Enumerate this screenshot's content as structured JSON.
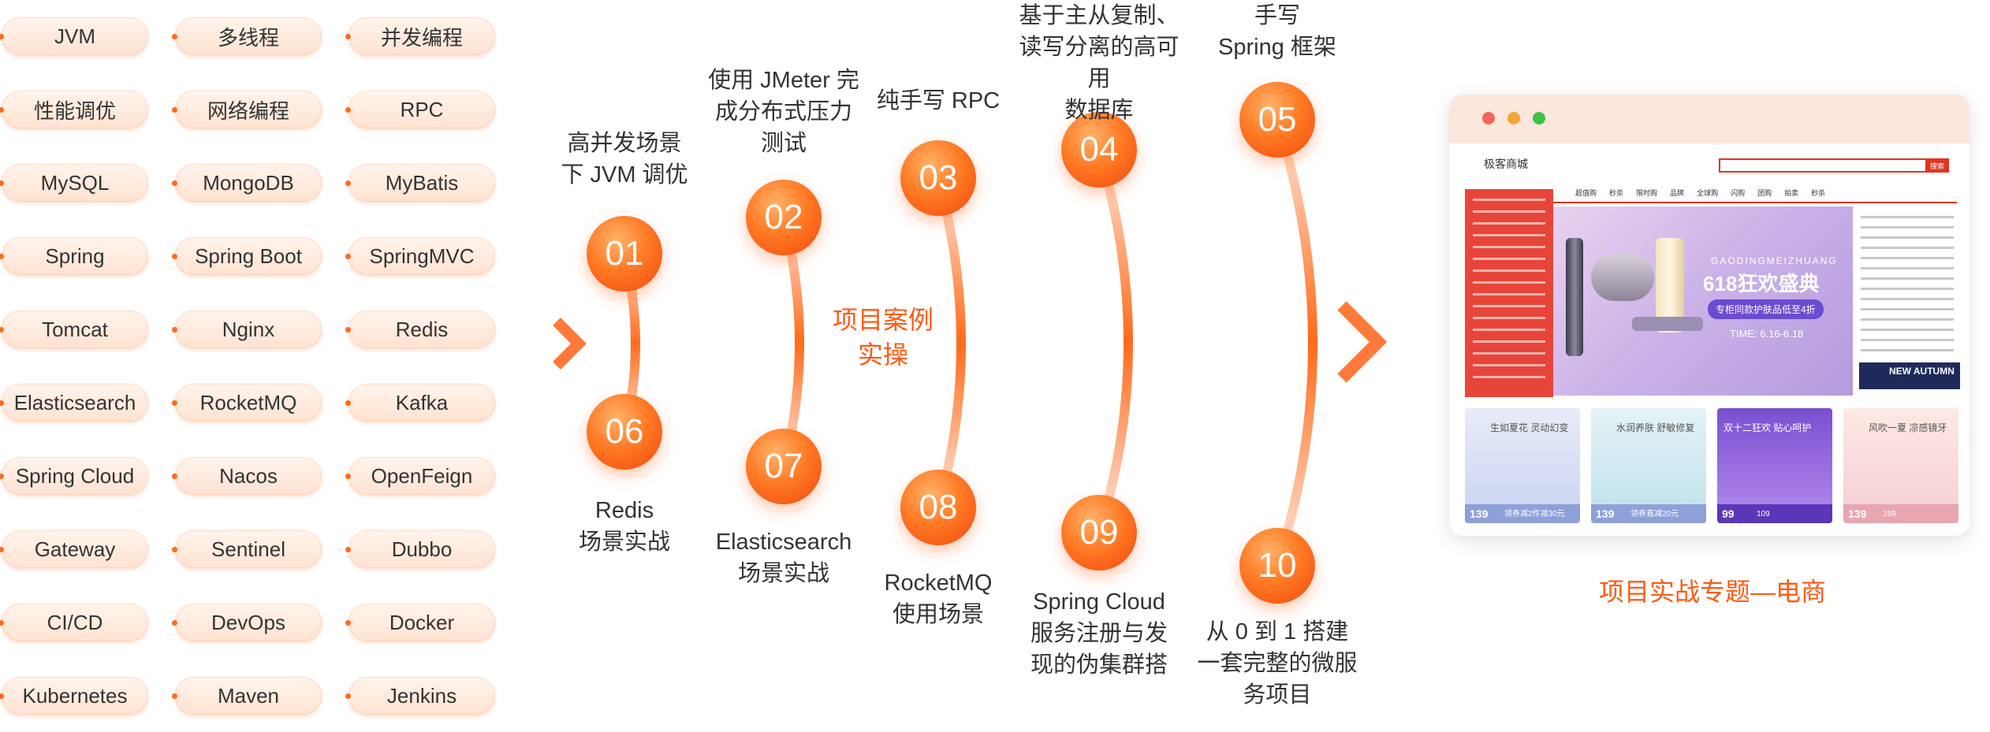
{
  "tags": [
    [
      "JVM",
      "多线程",
      "并发编程"
    ],
    [
      "性能调优",
      "网络编程",
      "RPC"
    ],
    [
      "MySQL",
      "MongoDB",
      "MyBatis"
    ],
    [
      "Spring",
      "Spring Boot",
      "SpringMVC"
    ],
    [
      "Tomcat",
      "Nginx",
      "Redis"
    ],
    [
      "Elasticsearch",
      "RocketMQ",
      "Kafka"
    ],
    [
      "Spring Cloud",
      "Nacos",
      "OpenFeign"
    ],
    [
      "Gateway",
      "Sentinel",
      "Dubbo"
    ],
    [
      "CI/CD",
      "DevOps",
      "Docker"
    ],
    [
      "Kubernetes",
      "Maven",
      "Jenkins"
    ]
  ],
  "center_title": "项目案例\n实操",
  "steps": [
    {
      "num": "01",
      "lines": [
        "高并发场景",
        "下 JVM 调优"
      ]
    },
    {
      "num": "02",
      "lines": [
        "使用 JMeter 完",
        "成分布式压力",
        "测试"
      ]
    },
    {
      "num": "03",
      "lines": [
        "纯手写 RPC"
      ]
    },
    {
      "num": "04",
      "lines": [
        "基于主从复制、",
        "读写分离的高可用",
        "数据库"
      ]
    },
    {
      "num": "05",
      "lines": [
        "手写",
        "Spring 框架"
      ]
    },
    {
      "num": "06",
      "lines": [
        "Redis",
        "场景实战"
      ]
    },
    {
      "num": "07",
      "lines": [
        "Elasticsearch",
        "场景实战"
      ]
    },
    {
      "num": "08",
      "lines": [
        "RocketMQ",
        "使用场景"
      ]
    },
    {
      "num": "09",
      "lines": [
        "Spring Cloud",
        "服务注册与发",
        "现的伪集群搭"
      ]
    },
    {
      "num": "10",
      "lines": [
        "从 0 到 1 搭建",
        "一套完整的微服",
        "务项目"
      ]
    }
  ],
  "mall": {
    "brand": "极客商城",
    "search_button": "搜索",
    "nav": [
      "超值购",
      "秒杀",
      "限时购",
      "品牌",
      "全球购",
      "闪购",
      "团购",
      "拍卖",
      "秒杀"
    ],
    "banner_latin": "GAODINGMEIZHUANG",
    "banner_title": "618狂欢盛典",
    "banner_pill": "专柜同款护肤品低至4折",
    "banner_date": "TIME: 6.16-6.18",
    "promo": "NEW AUTUMN",
    "cards": [
      {
        "title": "生如夏花 灵动幻变",
        "price": "139",
        "tag": "领券减2件减30元"
      },
      {
        "title": "水润养肤 舒敏修复",
        "price": "139",
        "tag": "领券直减20元"
      },
      {
        "title": "双十二狂欢 贴心呵护",
        "price": "99",
        "tag": "109"
      },
      {
        "title": "风吹一夏 凉感镜牙",
        "price": "139",
        "tag": "159"
      }
    ],
    "caption": "项目实战专题—电商"
  },
  "colors": {
    "accent": "#ff5a14",
    "circle": "#ff7a24",
    "arc": "#ff6a1a"
  }
}
